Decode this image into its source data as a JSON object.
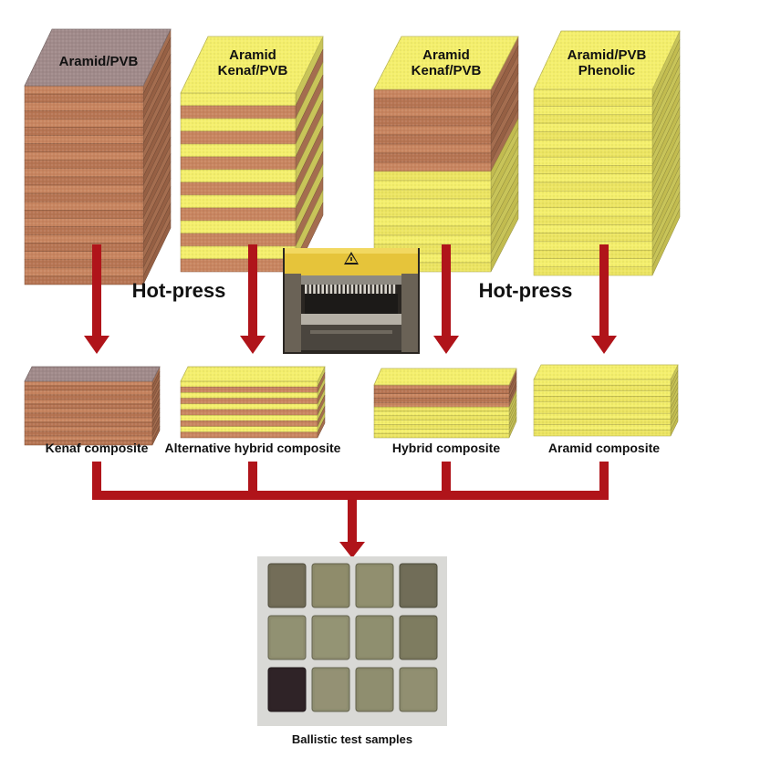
{
  "stacks": [
    {
      "label_lines": [
        "Aramid/PVB"
      ],
      "layers": "K"
    },
    {
      "label_lines": [
        "Aramid",
        "Kenaf/PVB"
      ],
      "layers": "AK"
    },
    {
      "label_lines": [
        "Aramid",
        "Kenaf/PVB"
      ],
      "layers": "KA"
    },
    {
      "label_lines": [
        "Aramid/PVB",
        "Phenolic"
      ],
      "layers": "A"
    }
  ],
  "process_labels": [
    "Hot-press",
    "Hot-press"
  ],
  "composites": [
    {
      "label": "Kenaf composite"
    },
    {
      "label": "Alternative hybrid composite"
    },
    {
      "label": "Hybrid composite"
    },
    {
      "label": "Aramid composite"
    }
  ],
  "samples": {
    "label": "Ballistic test samples",
    "grid": [
      [
        "#6f6a55",
        "#8a8868",
        "#8c8b6b",
        "#6d6a55"
      ],
      [
        "#8d8c6e",
        "#8f8e70",
        "#8b8a6b",
        "#7a785d"
      ],
      [
        "#2e2226",
        "#8e8d70",
        "#8a896b",
        "#8c8b6d"
      ]
    ]
  },
  "colors": {
    "arrow": "#b0141a",
    "aramid": "#f4ef6c",
    "aramid_dark": "#cfc64a",
    "kenaf": "#c88560",
    "kenaf_dark": "#9a6048",
    "press_frame": "#e6c43a",
    "press_body": "#3a3630"
  },
  "icons": [
    "hot-press-photo",
    "warning-icon"
  ]
}
